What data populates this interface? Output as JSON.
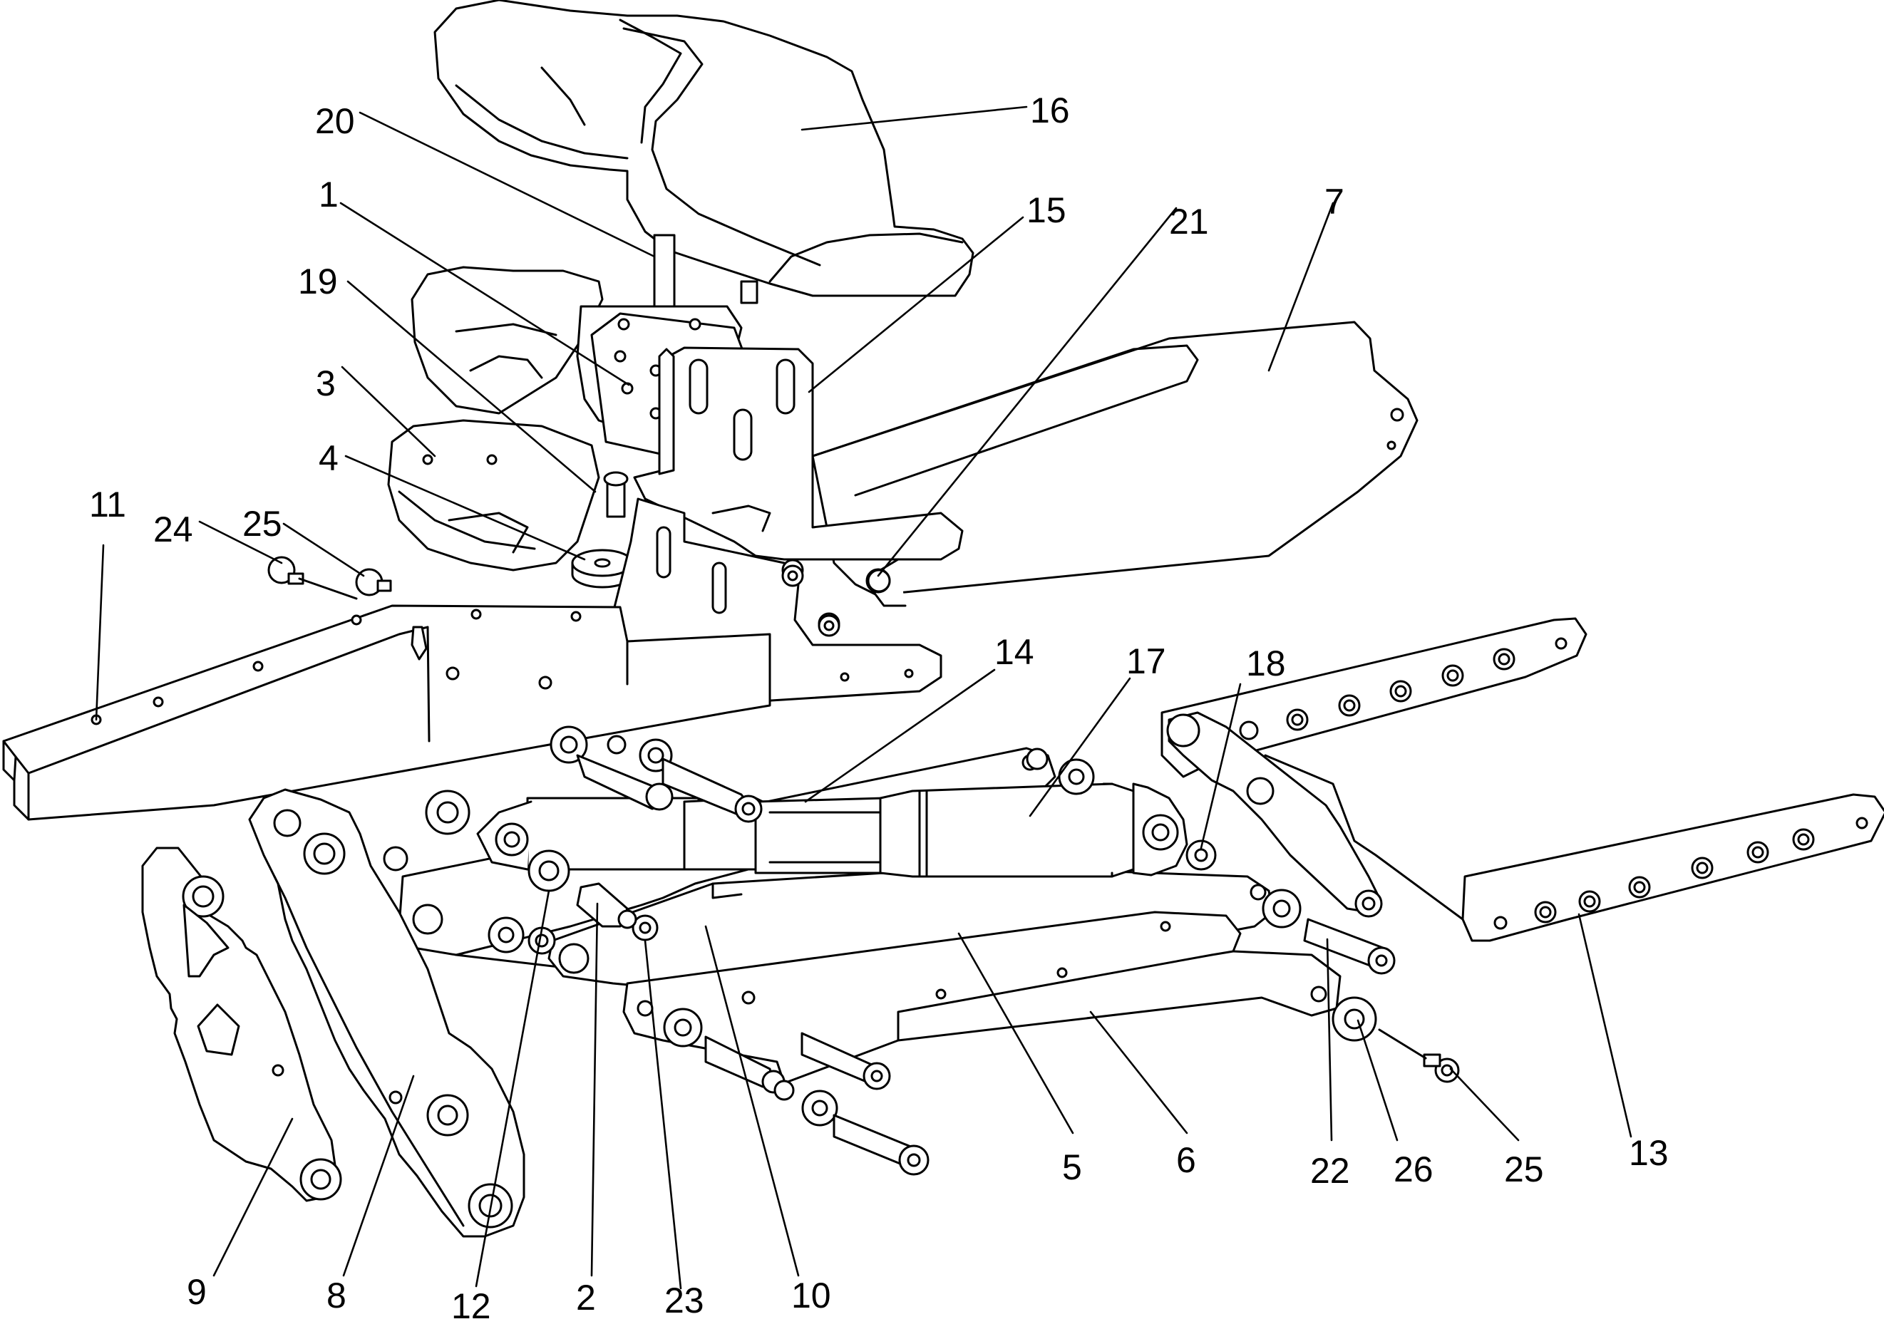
{
  "diagram": {
    "type": "exploded-assembly-drawing",
    "colors": {
      "stroke": "#000000",
      "background": "#ffffff"
    },
    "callouts": [
      {
        "id": "c20",
        "label": "20"
      },
      {
        "id": "c16",
        "label": "16"
      },
      {
        "id": "c1",
        "label": "1"
      },
      {
        "id": "c15",
        "label": "15"
      },
      {
        "id": "c21",
        "label": "21"
      },
      {
        "id": "c7",
        "label": "7"
      },
      {
        "id": "c19",
        "label": "19"
      },
      {
        "id": "c3",
        "label": "3"
      },
      {
        "id": "c4",
        "label": "4"
      },
      {
        "id": "c11",
        "label": "11"
      },
      {
        "id": "c24",
        "label": "24"
      },
      {
        "id": "c25a",
        "label": "25"
      },
      {
        "id": "c14",
        "label": "14"
      },
      {
        "id": "c17",
        "label": "17"
      },
      {
        "id": "c18",
        "label": "18"
      },
      {
        "id": "c5",
        "label": "5"
      },
      {
        "id": "c6",
        "label": "6"
      },
      {
        "id": "c22",
        "label": "22"
      },
      {
        "id": "c26",
        "label": "26"
      },
      {
        "id": "c25b",
        "label": "25"
      },
      {
        "id": "c13",
        "label": "13"
      },
      {
        "id": "c9",
        "label": "9"
      },
      {
        "id": "c8",
        "label": "8"
      },
      {
        "id": "c12",
        "label": "12"
      },
      {
        "id": "c2",
        "label": "2"
      },
      {
        "id": "c23",
        "label": "23"
      },
      {
        "id": "c10",
        "label": "10"
      }
    ]
  }
}
